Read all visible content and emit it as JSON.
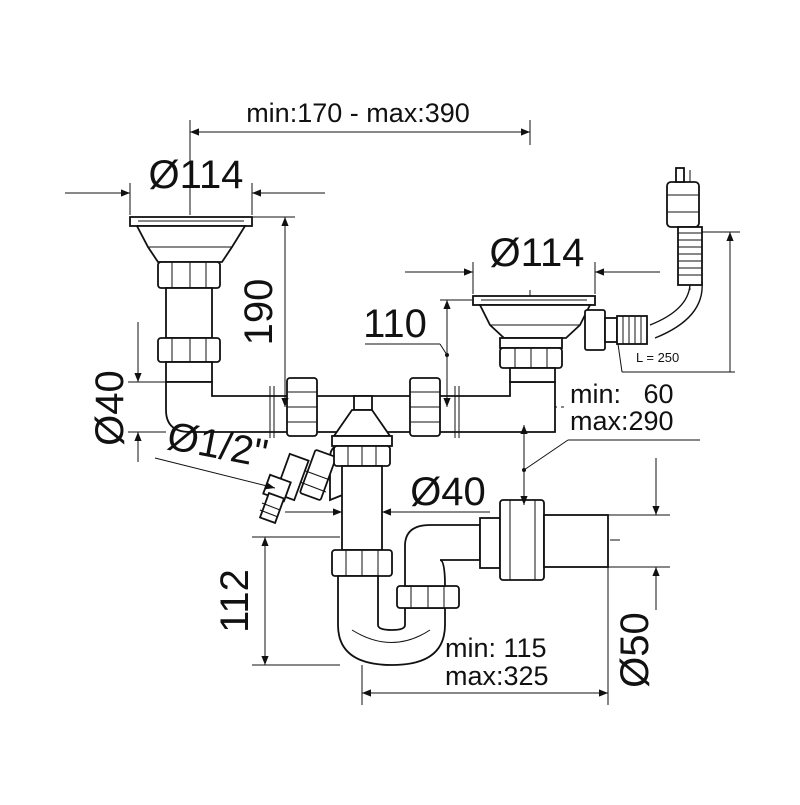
{
  "diagram": {
    "dimensions": {
      "sink_spacing": "min:170 - max:390",
      "left_strainer_diameter": "Ø114",
      "right_strainer_diameter": "Ø114",
      "strainer_height": "190",
      "offset_height": "110",
      "pipe_diameter_left": "Ø40",
      "side_inlet_diameter": "Ø1/2\"",
      "trap_inlet_diameter": "Ø40",
      "trap_height": "112",
      "overflow_hose_length": "L = 250",
      "drop_min": "min:   60",
      "drop_max": "max:290",
      "outlet_min": "min: 115",
      "outlet_max": "max:325",
      "outlet_diameter": "Ø50"
    },
    "colors": {
      "line": "#111111",
      "background": "#ffffff"
    }
  }
}
